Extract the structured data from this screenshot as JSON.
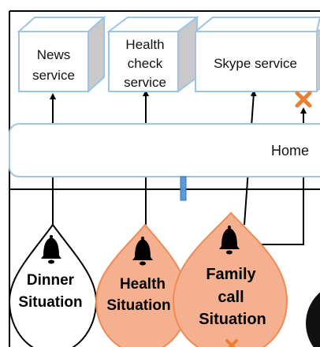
{
  "services": [
    {
      "id": "news",
      "lines": [
        "News",
        "service"
      ]
    },
    {
      "id": "health-check",
      "lines": [
        "Health",
        "check",
        "service"
      ]
    },
    {
      "id": "skype",
      "lines": [
        "Skype service"
      ]
    }
  ],
  "home": {
    "label": "Home"
  },
  "situations": [
    {
      "id": "dinner",
      "lines": [
        "Dinner",
        "Situation"
      ],
      "color": "#ffffff"
    },
    {
      "id": "health",
      "lines": [
        "Health",
        "Situation"
      ],
      "color": "#f4b08f"
    },
    {
      "id": "family-call",
      "lines": [
        "Family",
        "call",
        "Situation"
      ],
      "color": "#f4b08f"
    }
  ],
  "colors": {
    "box_outline": "#9dc3e6",
    "box_side": "#c9c9c9",
    "home_outline": "#9dc3e6",
    "bus_line": "#000000",
    "connector": "#2e75b6",
    "blocked_marker": "#ed7d31",
    "drop_outline": "#f08a55"
  },
  "icons": {
    "bell": "bell-icon",
    "blocked": "x-mark-icon"
  }
}
